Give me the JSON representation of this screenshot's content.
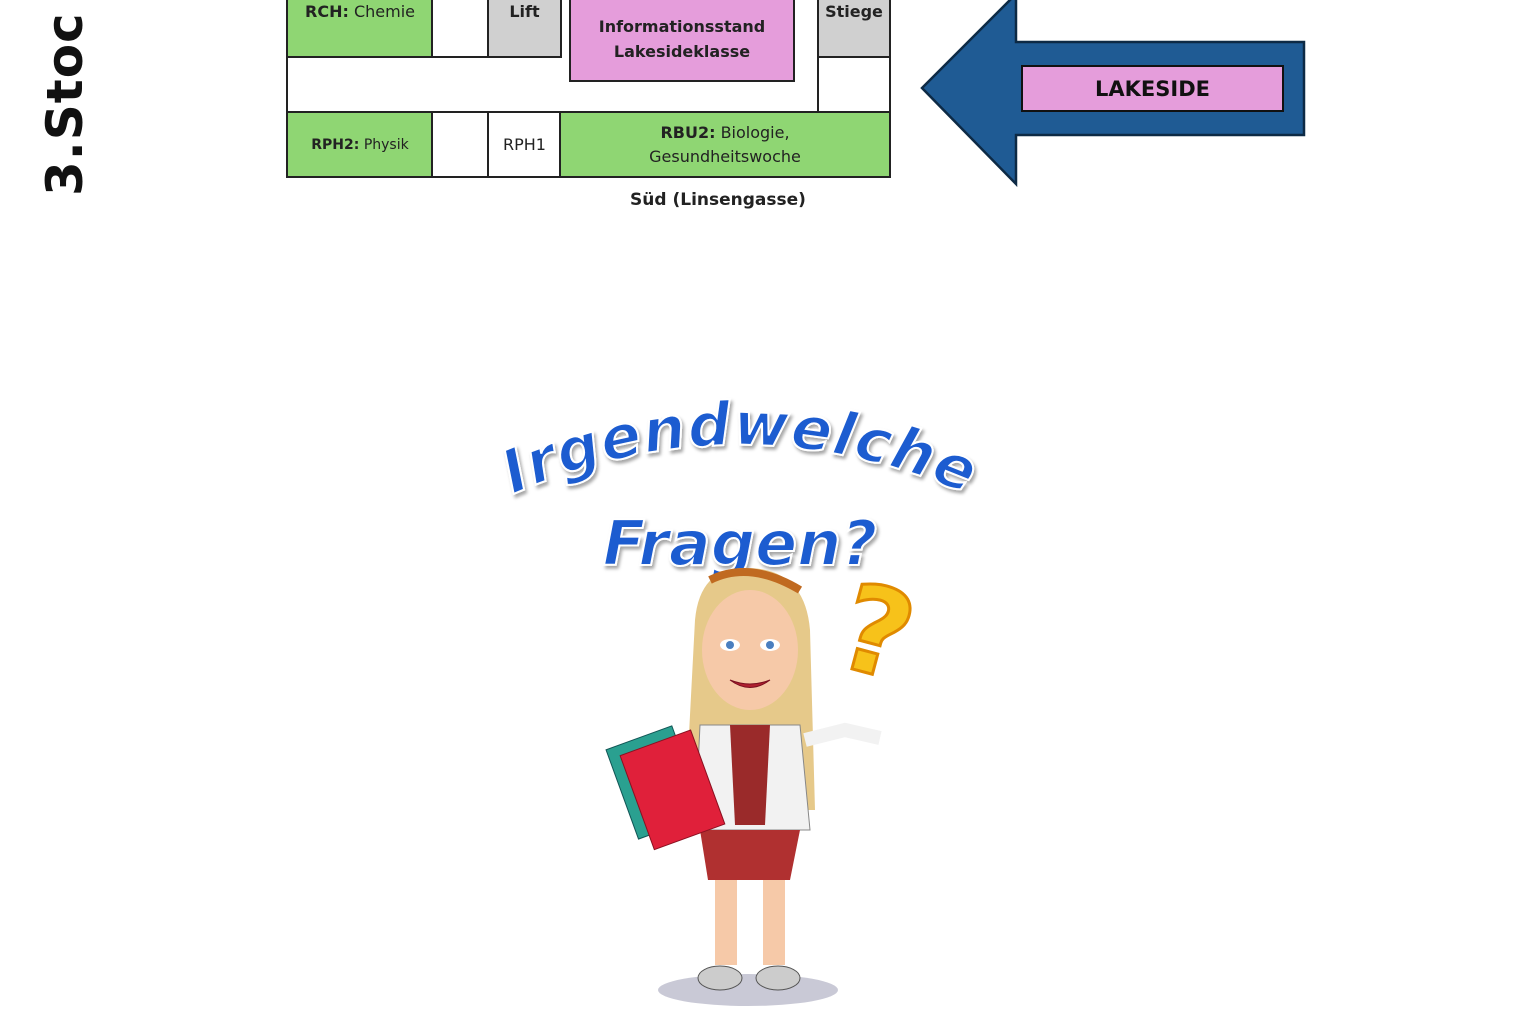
{
  "floor_label": "3.Stoc",
  "floorplan": {
    "rooms": {
      "rch": {
        "code": "RCH:",
        "name": "Chemie"
      },
      "lift": "Lift",
      "info": {
        "line1": "Informationsstand",
        "line2": "Lakesideklasse"
      },
      "stiege": "Stiege",
      "rph2": {
        "code": "RPH2:",
        "name": "Physik"
      },
      "rph1": "RPH1",
      "rbu2": {
        "code": "RBU2:",
        "name": "Biologie,",
        "line2": "Gesundheitswoche"
      }
    },
    "south_label": "Süd (Linsengasse)"
  },
  "arrow": {
    "label": "LAKESIDE",
    "color": "#1f5b94",
    "label_bg": "#e59ddb"
  },
  "questions": {
    "line1": "Irgendwelche",
    "line2": "Fragen?",
    "color": "#1a5bd0"
  },
  "colors": {
    "green": "#8fd673",
    "gray": "#d0d0d0",
    "pink": "#e59ddb"
  }
}
